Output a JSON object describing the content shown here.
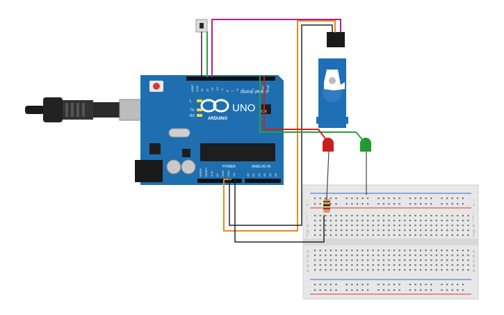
{
  "board": {
    "brand": "ARDUINO",
    "model": "UNO",
    "on_label": "ON",
    "digital_label": "DIGITAL (PWM~)",
    "power_label": "POWER",
    "analog_label": "ANALOG IN",
    "aref_label": "AREF",
    "gnd_label": "GND",
    "l_label": "L",
    "tx_label": "TX",
    "rx_label": "RX",
    "digital_pins": [
      "13",
      "12",
      "~11",
      "~10",
      "~9",
      "8",
      "7",
      "~6",
      "~5",
      "4",
      "~3",
      "2",
      "TX▸1",
      "RX◂0"
    ],
    "power_pins": [
      "IOREF",
      "RESET",
      "3.3V",
      "5V",
      "GND",
      "GND",
      "Vin"
    ],
    "analog_pins": [
      "A0",
      "A1",
      "A2",
      "A3",
      "A4",
      "A5"
    ]
  },
  "breadboard": {
    "row_letters_top": [
      "j",
      "i",
      "h",
      "g",
      "f"
    ],
    "row_letters_bottom": [
      "e",
      "d",
      "c",
      "b",
      "a"
    ],
    "column_count": 30,
    "plus": "+",
    "minus": "-"
  },
  "components": {
    "push_button": "push-button",
    "servo": "micro-servo",
    "led_red": "#c81e1e",
    "led_green": "#1e9b2a",
    "resistor": "resistor"
  },
  "colors": {
    "board": "#1f6fb0",
    "wire_magenta": "#c2188b",
    "wire_orange": "#e8891a",
    "wire_green": "#2e9e3a",
    "wire_red": "#d11e1e",
    "wire_black": "#222222",
    "servo_body": "#1e6fb5"
  }
}
